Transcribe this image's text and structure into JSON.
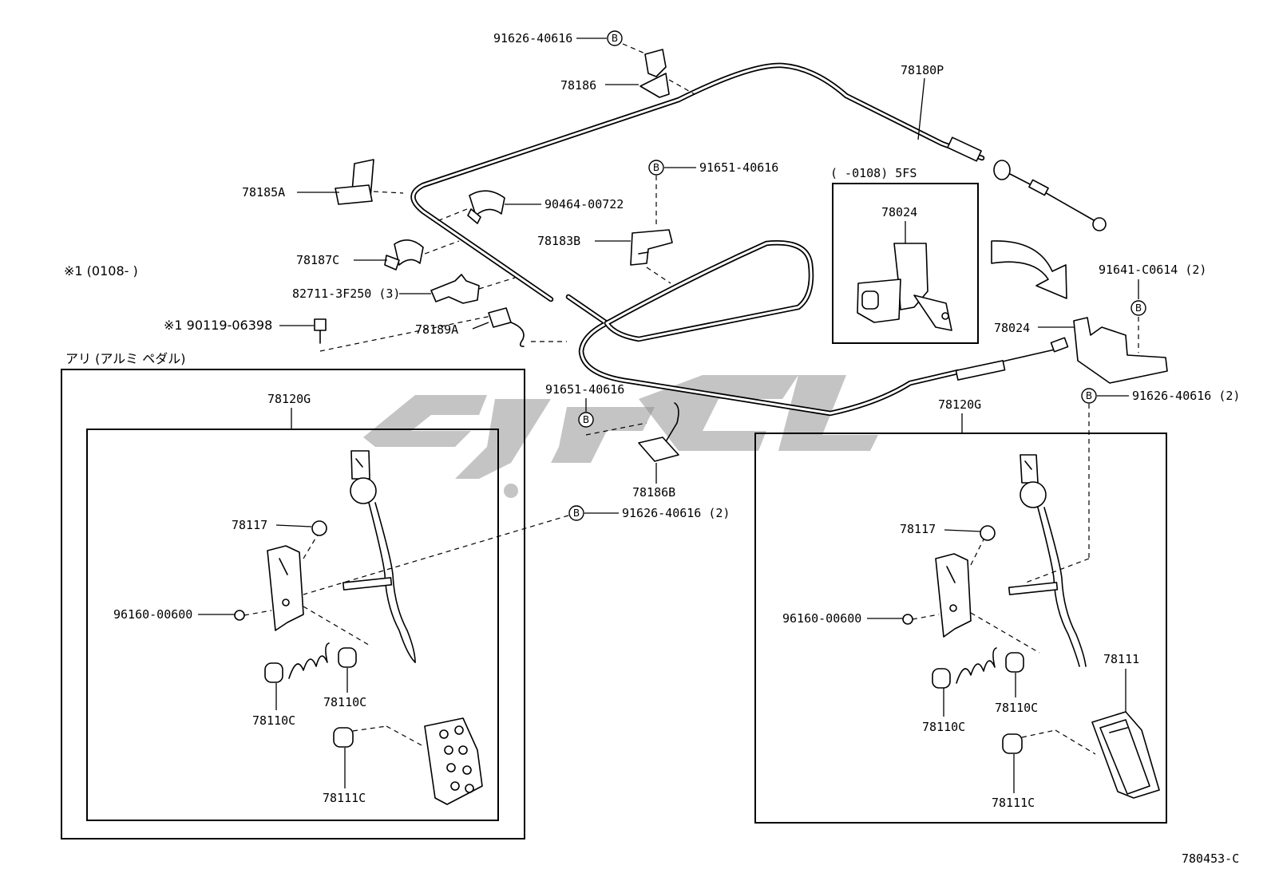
{
  "labels": {
    "p91626_40616_top": "91626-40616",
    "p78186": "78186",
    "p78180P": "78180P",
    "p91651_40616_top": "91651-40616",
    "p78185A": "78185A",
    "p90464_00722": "90464-00722",
    "p78183B": "78183B",
    "p78187C": "78187C",
    "p82711_3F250": "82711-3F250 (3)",
    "note_0108": "※1 (0108-     )",
    "p90119_06398": "※1 90119-06398",
    "p78189A": "78189A",
    "inset_header": "(      -0108) 5FS",
    "p78024_inset": "78024",
    "p91641_C0614": "91641-C0614 (2)",
    "p78024": "78024",
    "alum_header": "アリ (アルミ  ペダル)",
    "p78120G_left": "78120G",
    "p78120G_right": "78120G",
    "p91651_40616_mid": "91651-40616",
    "p91626_40616_right": "91626-40616 (2)",
    "p78186B": "78186B",
    "p91626_40616_mid": "91626-40616 (2)",
    "p78117_left": "78117",
    "p78117_right": "78117",
    "p96160_left": "96160-00600",
    "p96160_right": "96160-00600",
    "p78110C_left_a": "78110C",
    "p78110C_left_b": "78110C",
    "p78110C_right_a": "78110C",
    "p78110C_right_b": "78110C",
    "p78111C_left": "78111C",
    "p78111C_right": "78111C",
    "p78111": "78111",
    "diagram_code": "780453-C"
  },
  "marker_letter": "B"
}
